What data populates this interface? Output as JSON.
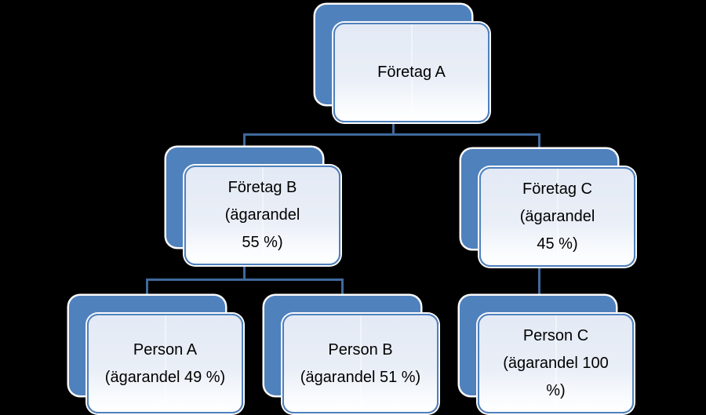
{
  "diagram": {
    "type": "org-chart",
    "language": "sv",
    "background_color": "#000000",
    "accent_color": "#4f81bd",
    "connector_color": "#40699c",
    "card_fill_top": "#e4eaf5",
    "card_fill_bottom": "#ffffff",
    "text_color": "#000000",
    "nodes": [
      {
        "id": "foretag-a",
        "label": "Företag A",
        "lines": [
          "Företag A"
        ]
      },
      {
        "id": "foretag-b",
        "label": "Företag B (ägarandel 55 %)",
        "lines": [
          "Företag B",
          "(ägarandel",
          "55 %)"
        ]
      },
      {
        "id": "foretag-c",
        "label": "Företag C (ägarandel 45 %)",
        "lines": [
          "Företag C",
          "(ägarandel",
          "45 %)"
        ]
      },
      {
        "id": "person-a",
        "label": "Person A (ägarandel 49 %)",
        "lines": [
          "Person A",
          "(ägarandel 49 %)"
        ]
      },
      {
        "id": "person-b",
        "label": "Person B (ägarandel 51 %)",
        "lines": [
          "Person B",
          "(ägarandel 51 %)"
        ]
      },
      {
        "id": "person-c",
        "label": "Person C (ägarandel 100 %)",
        "lines": [
          "Person C",
          "(ägarandel 100",
          "%)"
        ]
      }
    ],
    "edges": [
      {
        "from": "Företag A",
        "to": "Företag B"
      },
      {
        "from": "Företag A",
        "to": "Företag C"
      },
      {
        "from": "Företag B",
        "to": "Person A"
      },
      {
        "from": "Företag B",
        "to": "Person B"
      },
      {
        "from": "Företag C",
        "to": "Person C"
      }
    ]
  }
}
